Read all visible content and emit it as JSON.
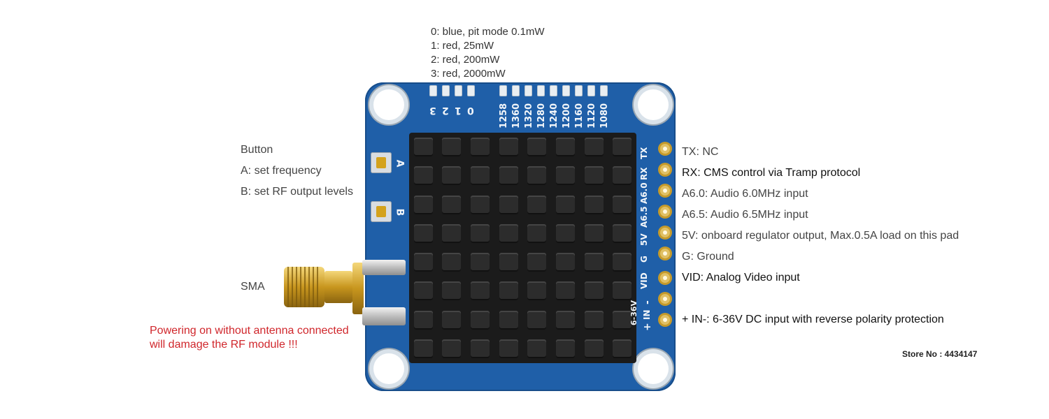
{
  "legend": {
    "line0": "0: blue, pit mode 0.1mW",
    "line1": "1: red, 25mW",
    "line2": "2: red, 200mW",
    "line3": "3: red, 2000mW"
  },
  "left_labels": {
    "button_title": "Button",
    "button_a": "A: set frequency",
    "button_b": "B: set RF output levels",
    "sma": "SMA",
    "warning_line1": "Powering on without antenna connected",
    "warning_line2": "will damage the RF module !!!"
  },
  "right_labels": {
    "tx": "TX: NC",
    "rx": "RX: CMS control via Tramp protocol",
    "a60": "A6.0: Audio 6.0MHz input",
    "a65": "A6.5: Audio 6.5MHz input",
    "v5": "5V: onboard regulator output, Max.0.5A load on this pad",
    "g": "G: Ground",
    "vid": "VID: Analog Video input",
    "power": "+ IN-:  6-36V DC input with reverse polarity protection"
  },
  "store": "Store No : 4434147",
  "board_silkscreen": {
    "power_digits": [
      "3",
      "2",
      "1",
      "0"
    ],
    "frequencies": [
      "1258",
      "1360",
      "1320",
      "1280",
      "1240",
      "1200",
      "1160",
      "1120",
      "1080"
    ],
    "button_a": "A",
    "button_b": "B",
    "pin_labels": [
      "TX",
      "RX",
      "A6.0",
      "A6.5",
      "5V",
      "G",
      "VID",
      "6-36V",
      "IN",
      "-",
      "+"
    ]
  },
  "colors": {
    "board": "#1f5fa8",
    "heatsink": "#1b1b1b",
    "warning": "#d0262b",
    "gold": "#d4a21c"
  }
}
